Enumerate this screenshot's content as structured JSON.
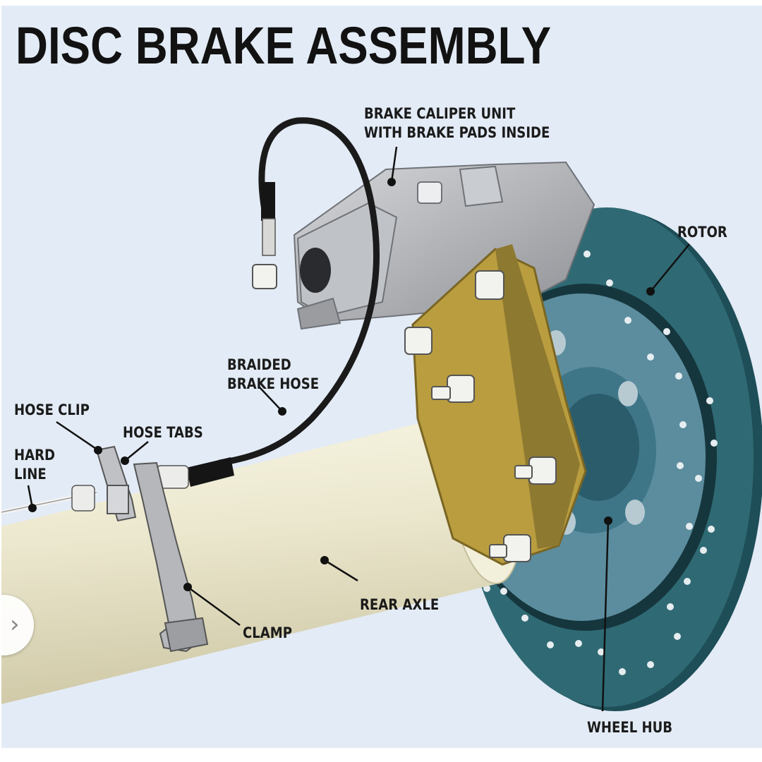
{
  "title": "DISC BRAKE ASSEMBLY",
  "labels": {
    "caliper_line1": "BRAKE CALIPER UNIT",
    "caliper_line2": "WITH BRAKE PADS INSIDE",
    "rotor": "ROTOR",
    "braided_line1": "BRAIDED",
    "braided_line2": "BRAKE HOSE",
    "hose_clip": "HOSE CLIP",
    "hose_tabs": "HOSE TABS",
    "hard_line1": "HARD",
    "hard_line2": "LINE",
    "rear_axle": "REAR AXLE",
    "clamp": "CLAMP",
    "wheel_hub": "WHEEL HUB"
  },
  "nav": {
    "next_icon": "chevron-right-icon",
    "glyph": "›"
  },
  "colors": {
    "background": "#e3ebf6",
    "rotor": "#2f6a74",
    "hub": "#6c9cad",
    "bracket": "#b99d3f",
    "caliper": "#a9abaf",
    "axle": "#ece8cf",
    "hose": "#1a1a1a"
  }
}
